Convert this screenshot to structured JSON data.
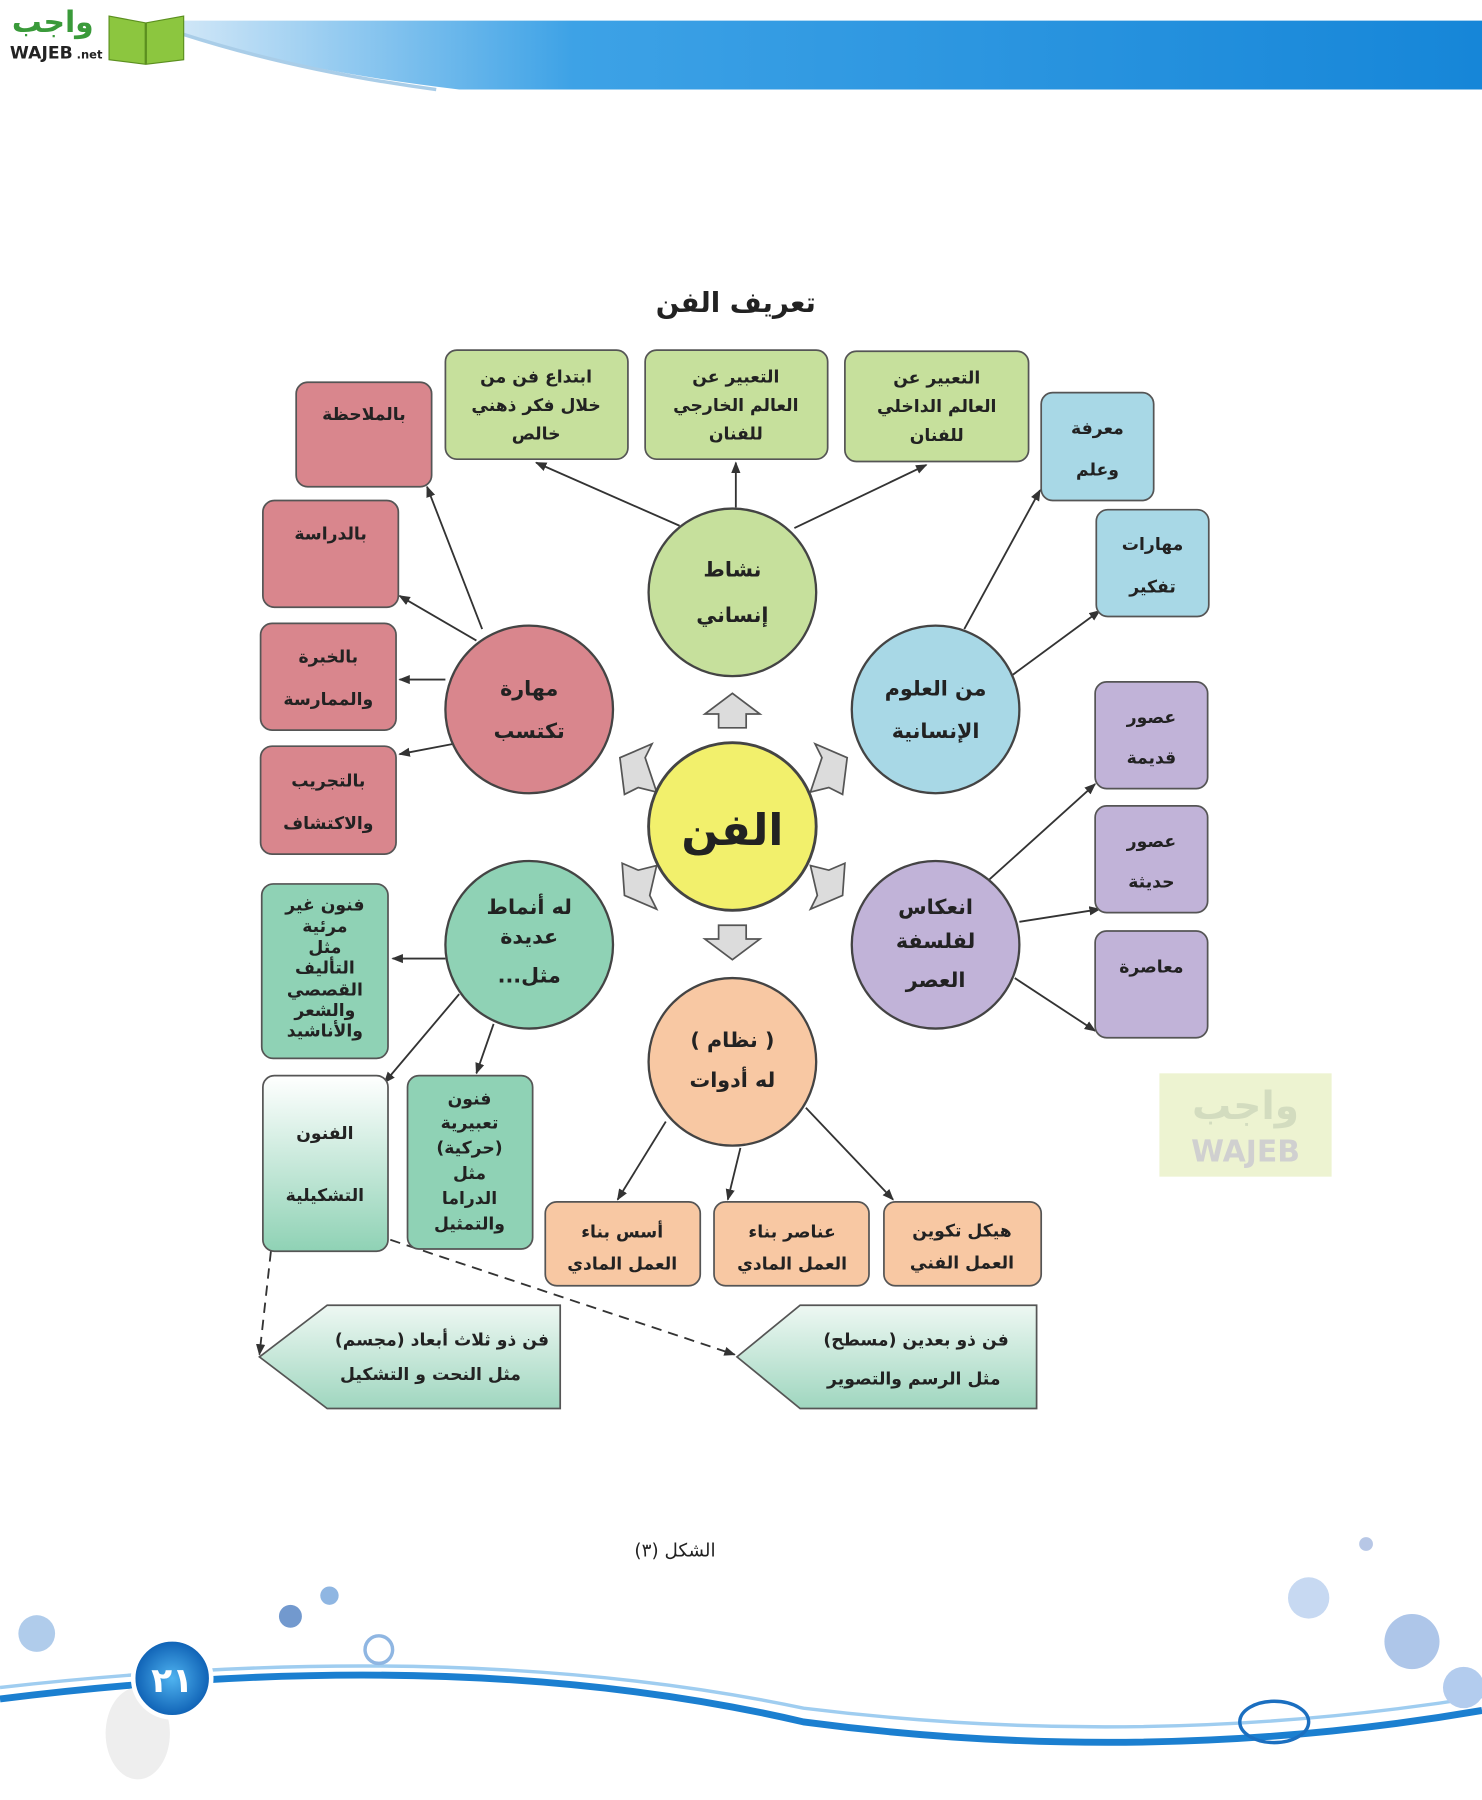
{
  "logo": {
    "arabic": "واجب",
    "latin": "WAJEB",
    "suffix": ".net"
  },
  "title": "تعريف الفن",
  "center": "الفن",
  "colors": {
    "header_blue": "#1e8fd8",
    "green": "#c6e09c",
    "pink": "#d9868d",
    "blue": "#a8d8e6",
    "purple": "#c1b3d8",
    "teal": "#8fd2b5",
    "peach": "#f8c8a3",
    "yellow": "#f2f06c"
  },
  "nodes": {
    "activity": {
      "lines": [
        "نشاط",
        "إنساني"
      ],
      "children": [
        {
          "lines": [
            "ابتداع فن من",
            "خلال فكر ذهني",
            "خالص"
          ]
        },
        {
          "lines": [
            "التعبير عن",
            "العالم الخارجي",
            "للفنان"
          ]
        },
        {
          "lines": [
            "التعبير عن",
            "العالم الداخلي",
            "للفنان"
          ]
        }
      ]
    },
    "skill": {
      "lines": [
        "مهارة",
        "تكتسب"
      ],
      "children": [
        {
          "lines": [
            "بالملاحظة"
          ]
        },
        {
          "lines": [
            "بالدراسة"
          ]
        },
        {
          "lines": [
            "بالخبرة",
            "والممارسة"
          ]
        },
        {
          "lines": [
            "بالتجريب",
            "والاكتشاف"
          ]
        }
      ]
    },
    "humanities": {
      "lines": [
        "من العلوم",
        "الإنسانية"
      ],
      "children": [
        {
          "lines": [
            "معرفة",
            "وعلم"
          ]
        },
        {
          "lines": [
            "مهارات",
            "تفكير"
          ]
        }
      ]
    },
    "reflection": {
      "lines": [
        "انعكاس",
        "لفلسفة",
        "العصر"
      ],
      "children": [
        {
          "lines": [
            "عصور",
            "قديمة"
          ]
        },
        {
          "lines": [
            "عصور",
            "حديثة"
          ]
        },
        {
          "lines": [
            "معاصرة"
          ]
        }
      ]
    },
    "patterns": {
      "lines": [
        "له أنماط",
        "عديدة",
        "مثل..."
      ],
      "children": [
        {
          "lines": [
            "فنون غير",
            "مرئية",
            "مثل",
            "التأليف",
            "القصصي",
            "والشعر",
            "والأناشيد"
          ]
        },
        {
          "lines": [
            "الفنون",
            "التشكيلية"
          ]
        },
        {
          "lines": [
            "فنون",
            "تعبيرية",
            "(حركية)",
            "مثل",
            "الدراما",
            "والتمثيل"
          ]
        }
      ]
    },
    "system": {
      "lines": [
        "( نظام )",
        "له أدوات"
      ],
      "children": [
        {
          "lines": [
            "أسس بناء",
            "العمل المادي"
          ]
        },
        {
          "lines": [
            "عناصر بناء",
            "العمل المادي"
          ]
        },
        {
          "lines": [
            "هيكل تكوين",
            "العمل الفني"
          ]
        }
      ]
    }
  },
  "plastic_arts": [
    {
      "lines": [
        "فن  ذو ثلاث أبعاد (مجسم)",
        "مثل النحت و التشكيل"
      ]
    },
    {
      "lines": [
        "فن  ذو بعدين (مسطح)",
        "مثل الرسم والتصوير"
      ]
    }
  ],
  "caption": "الشكل (٣)",
  "page_number": "٢١"
}
